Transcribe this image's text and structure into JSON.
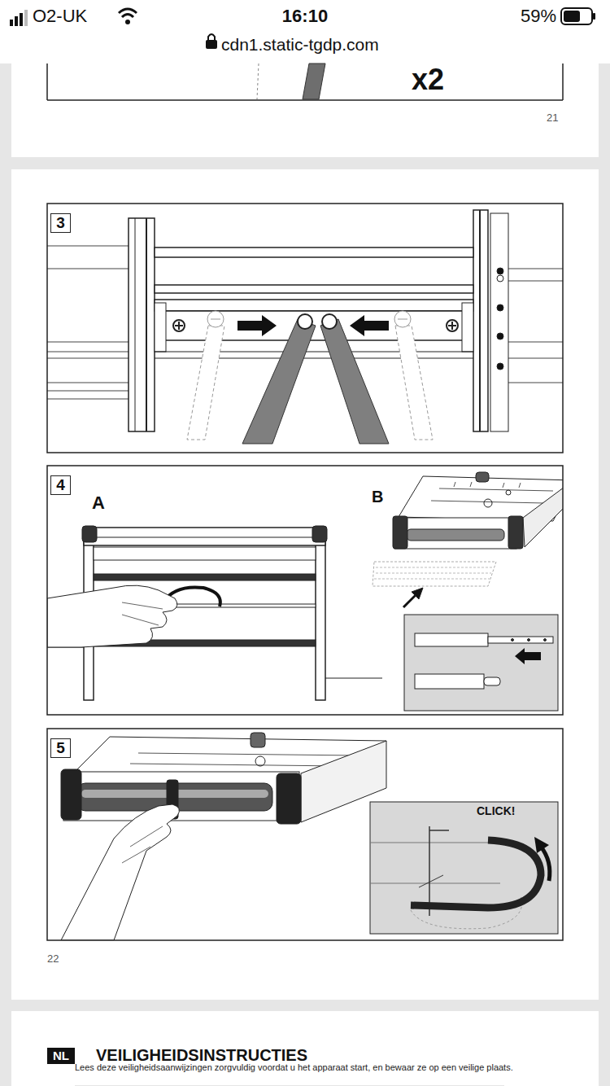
{
  "diagram": {
    "nodes": [
      {
        "text": [
          "3"
        ]
      },
      {
        "text": [
          "4"
        ]
      },
      {
        "text": [
          "5"
        ]
      },
      {
        "text": [
          "NL"
        ]
      }
    ],
    "labels": [
      "O2-UK",
      "16:10",
      "59%",
      "cdn1.static-tgdp.com",
      "x2",
      "21",
      "A",
      "B",
      "CLICK!",
      "22",
      "VEILIGHEIDSINSTRUCTIES",
      "Lees deze veiligheidsaanwijzingen zorgvuldig voordat u het apparaat start, en bewaar ze op een veilige plaats."
    ]
  }
}
